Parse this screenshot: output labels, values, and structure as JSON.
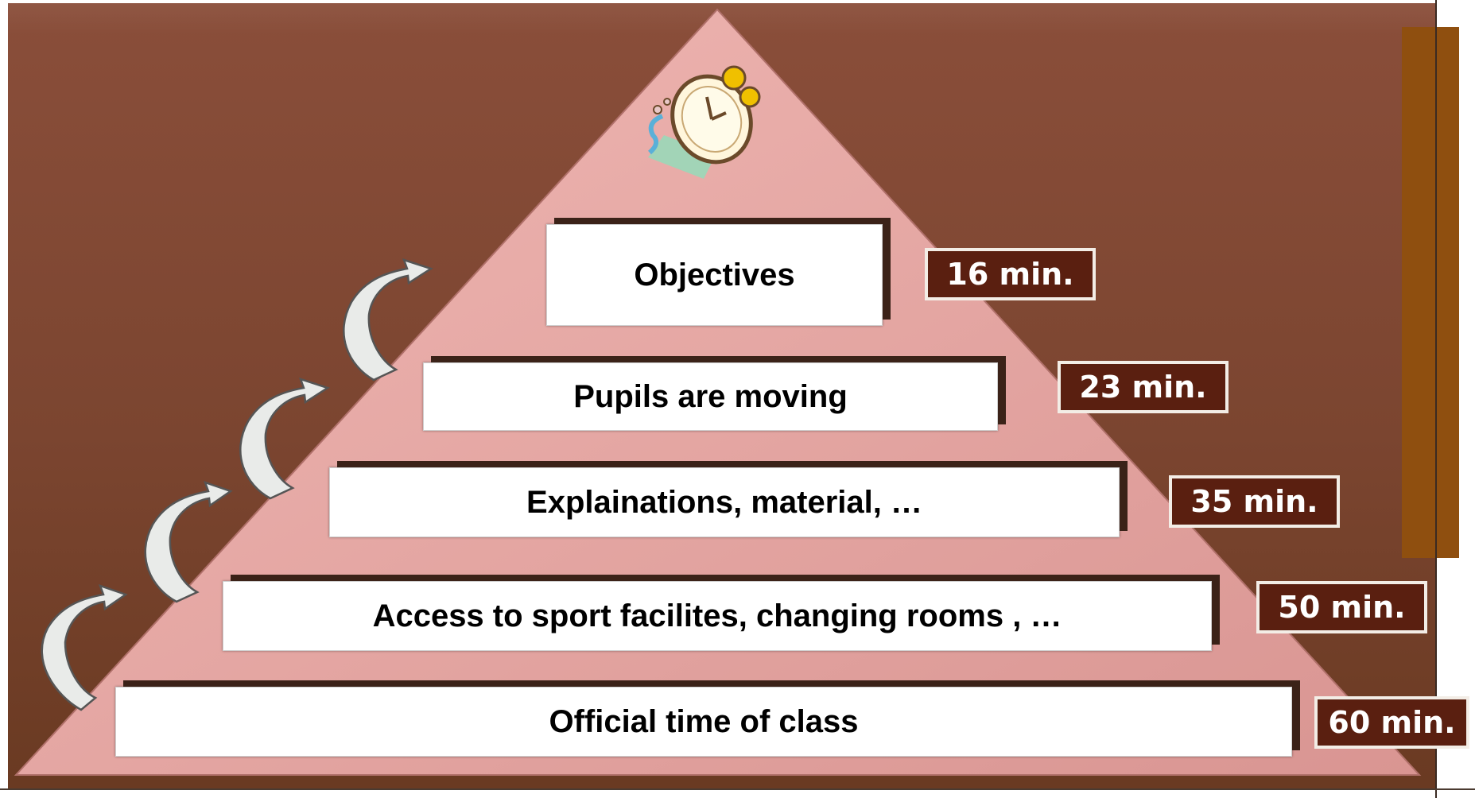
{
  "pyramid": {
    "levels": [
      {
        "label": "Objectives",
        "time": "16 min."
      },
      {
        "label": "Pupils are moving",
        "time": "23 min."
      },
      {
        "label": "Explainations, material, …",
        "time": "35 min."
      },
      {
        "label": "Access to sport facilites, changing rooms , …",
        "time": "50 min."
      },
      {
        "label": "Official time of class",
        "time": "60 min."
      }
    ]
  },
  "colors": {
    "background": "#7b4530",
    "pyramid": "#e3a3a1",
    "time_box": "#5a1f10",
    "side_panel": "#8f4f0f"
  },
  "icons": [
    "alarm-clock-icon",
    "curved-arrow-icon"
  ]
}
